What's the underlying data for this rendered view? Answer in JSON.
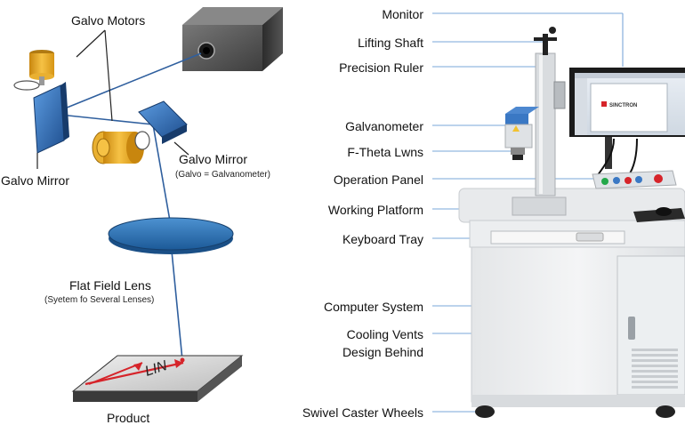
{
  "left_diagram": {
    "galvo_motors": "Galvo Motors",
    "galvo_mirror_left": "Galvo Mirror",
    "galvo_mirror_right": "Galvo Mirror",
    "galvo_note": "(Galvo = Galvanometer)",
    "flat_field_lens": "Flat Field Lens",
    "lens_note": "(Syetem fo Several Lenses)",
    "product": "Product"
  },
  "machine_labels": [
    "Monitor",
    "Lifting Shaft",
    "Precision Ruler",
    "Galvanometer",
    "F-Theta Lwns",
    "Operation Panel",
    "Working Platform",
    "Keyboard Tray",
    "Computer System",
    "Cooling Vents",
    "Design Behind",
    "Swivel Caster Wheels"
  ],
  "monitor_brand": "SINCTRON",
  "colors": {
    "leader_line": "#7aa7d9",
    "beam": "#2f5f9e",
    "lens_fill": "#2a72b5",
    "motor_yellow": "#f2b532",
    "mirror_blue": "#2f6fb8",
    "laser_red": "#d6242a"
  }
}
